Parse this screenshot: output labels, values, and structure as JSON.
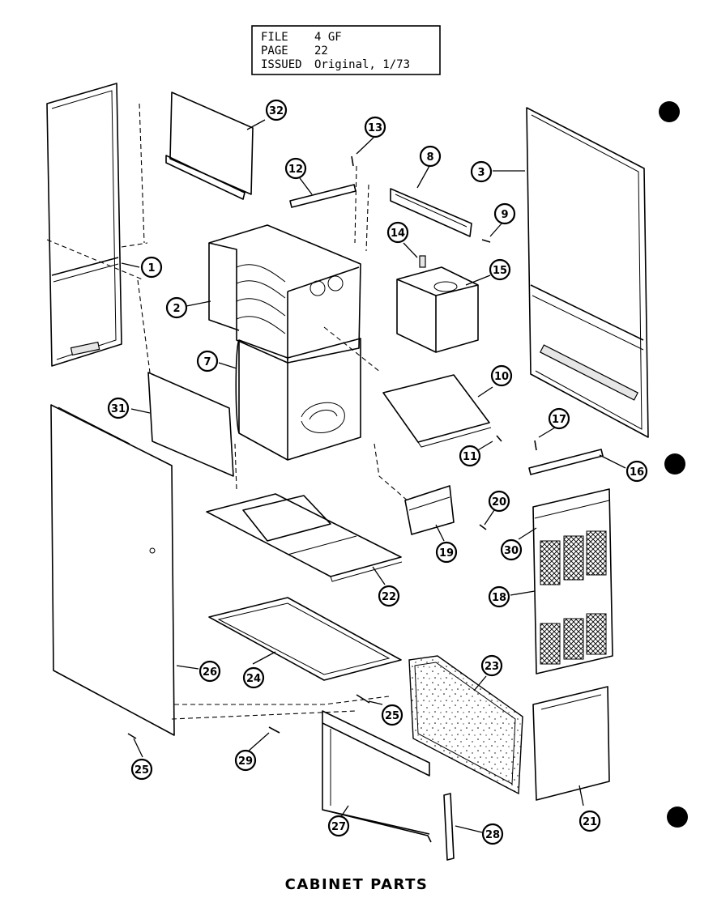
{
  "header": {
    "file_label": "FILE",
    "file_value": "4 GF",
    "page_label": "PAGE",
    "page_value": "22",
    "issued_label": "ISSUED",
    "issued_value": "Original, 1/73"
  },
  "title": "CABINET PARTS",
  "callouts": [
    "1",
    "2",
    "3",
    "7",
    "8",
    "9",
    "10",
    "11",
    "12",
    "13",
    "14",
    "15",
    "16",
    "17",
    "18",
    "19",
    "20",
    "21",
    "22",
    "23",
    "24",
    "25",
    "26",
    "25",
    "27",
    "28",
    "29",
    "25",
    "30",
    "31",
    "32"
  ]
}
